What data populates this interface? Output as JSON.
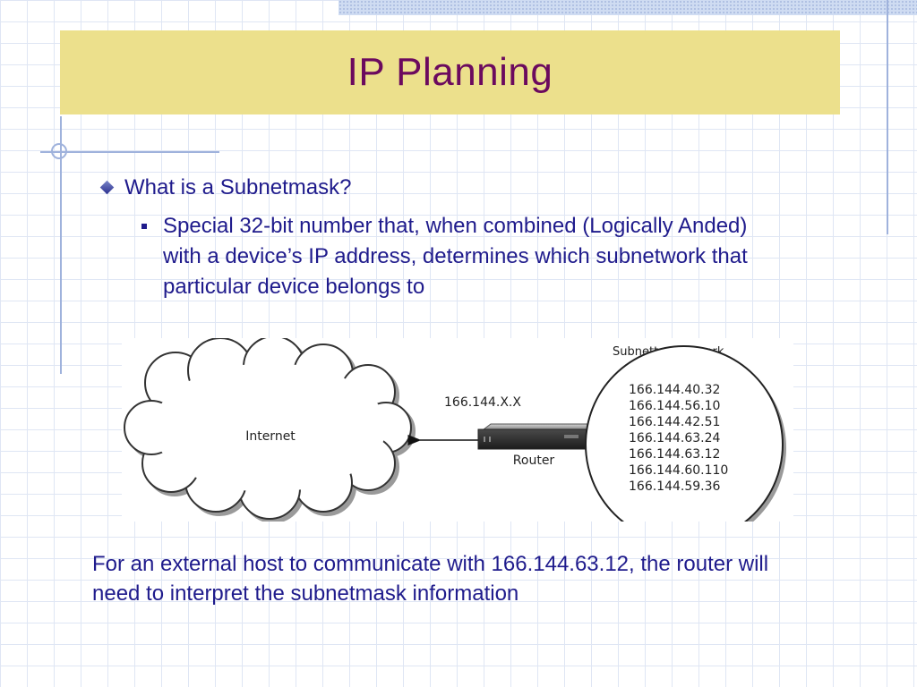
{
  "slide": {
    "title": "IP Planning",
    "bullet_1": "What is a Subnetmask?",
    "bullet_2": "Special 32-bit number that, when combined (Logically Anded) with a device’s IP address, determines which subnetwork that particular device belongs to",
    "footer": "For an external host to communicate with 166.144.63.12, the router will need to interpret the subnetmask information"
  },
  "diagram": {
    "cloud_label": "Internet",
    "network_label": "166.144.X.X",
    "router_label": "Router",
    "subnet_title": "Subnetted network",
    "addresses": [
      "166.144.40.32",
      "166.144.56.10",
      "166.144.42.51",
      "166.144.63.24",
      "166.144.63.12",
      "166.144.60.110",
      "166.144.59.36"
    ]
  },
  "icons": {
    "bullet_level_1": "diamond-bullet-icon",
    "bullet_level_2": "square-bullet-icon",
    "cloud": "cloud-icon",
    "router": "router-icon",
    "arrow": "arrow-left-icon"
  },
  "colors": {
    "title_text": "#6b0a5e",
    "title_background": "#ece08c",
    "body_text": "#1f1b8c",
    "grid_line": "#dfe6f4",
    "accent_line": "#9fb2dc"
  }
}
